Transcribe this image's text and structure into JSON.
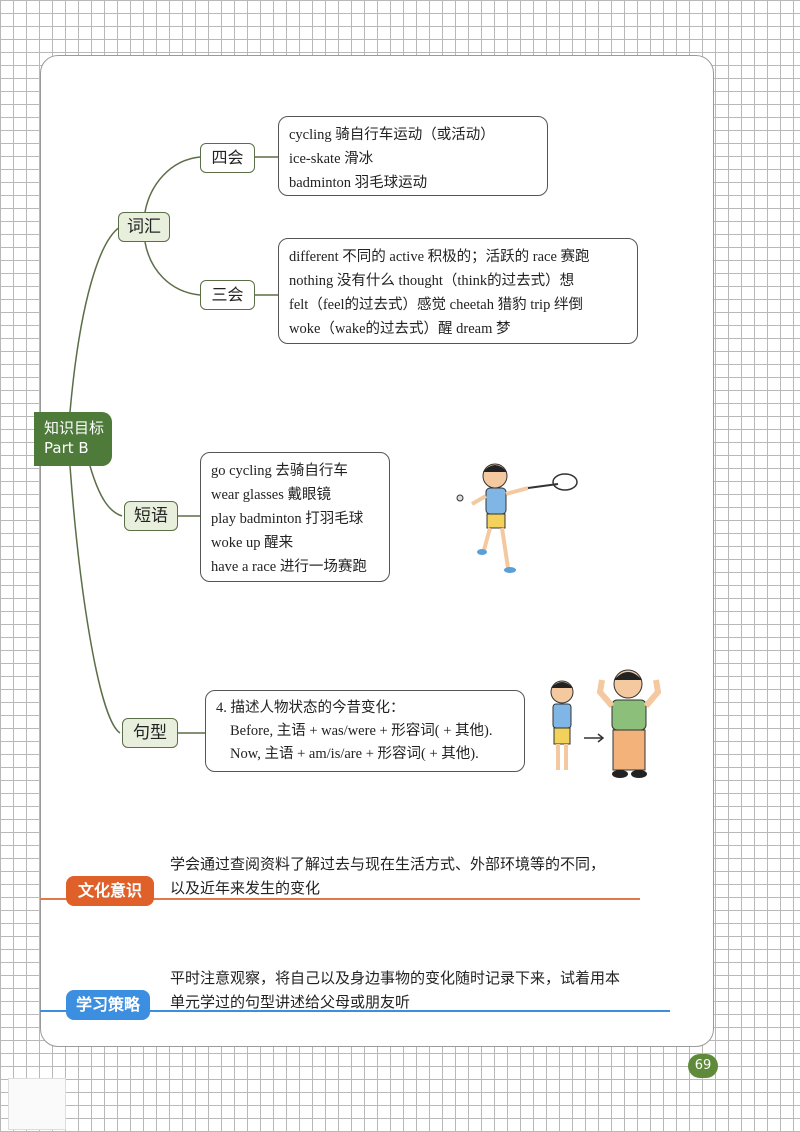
{
  "mindmap": {
    "root": {
      "line1": "知识目标",
      "line2": "Part B"
    },
    "vocabulary": {
      "label": "词汇",
      "four_skills": {
        "label": "四会",
        "items": [
          "cycling 骑自行车运动（或活动）",
          "ice-skate 滑冰",
          "badminton 羽毛球运动"
        ]
      },
      "three_skills": {
        "label": "三会",
        "items": [
          "different 不同的  active 积极的；活跃的  race 赛跑",
          "nothing 没有什么  thought（think的过去式）想",
          "felt（feel的过去式）感觉  cheetah 猎豹  trip 绊倒",
          "woke（wake的过去式）醒  dream 梦"
        ]
      }
    },
    "phrases": {
      "label": "短语",
      "items": [
        "go cycling 去骑自行车",
        "wear glasses 戴眼镜",
        "play badminton 打羽毛球",
        "woke up 醒来",
        "have a race 进行一场赛跑"
      ]
    },
    "sentences": {
      "label": "句型",
      "items": [
        "4. 描述人物状态的今昔变化：",
        "Before, 主语 + was/were + 形容词( + 其他).",
        "Now, 主语 + am/is/are + 形容词( + 其他)."
      ]
    }
  },
  "culture": {
    "label": "文化意识",
    "text_line1": "学会通过查阅资料了解过去与现在生活方式、外部环境等的不同，",
    "text_line2": "以及近年来发生的变化"
  },
  "strategy": {
    "label": "学习策略",
    "text_line1": "平时注意观察，将自己以及身边事物的变化随时记录下来，试着用本",
    "text_line2": "单元学过的句型讲述给父母或朋友听"
  },
  "page_number": "69",
  "colors": {
    "branch_line": "#5b6e47",
    "root_fill": "#4e7a3a",
    "culture_tag": "#e0602a",
    "strategy_tag": "#3b8ee0",
    "culture_line": "#e07a4a",
    "strategy_line": "#3b8ee0"
  }
}
